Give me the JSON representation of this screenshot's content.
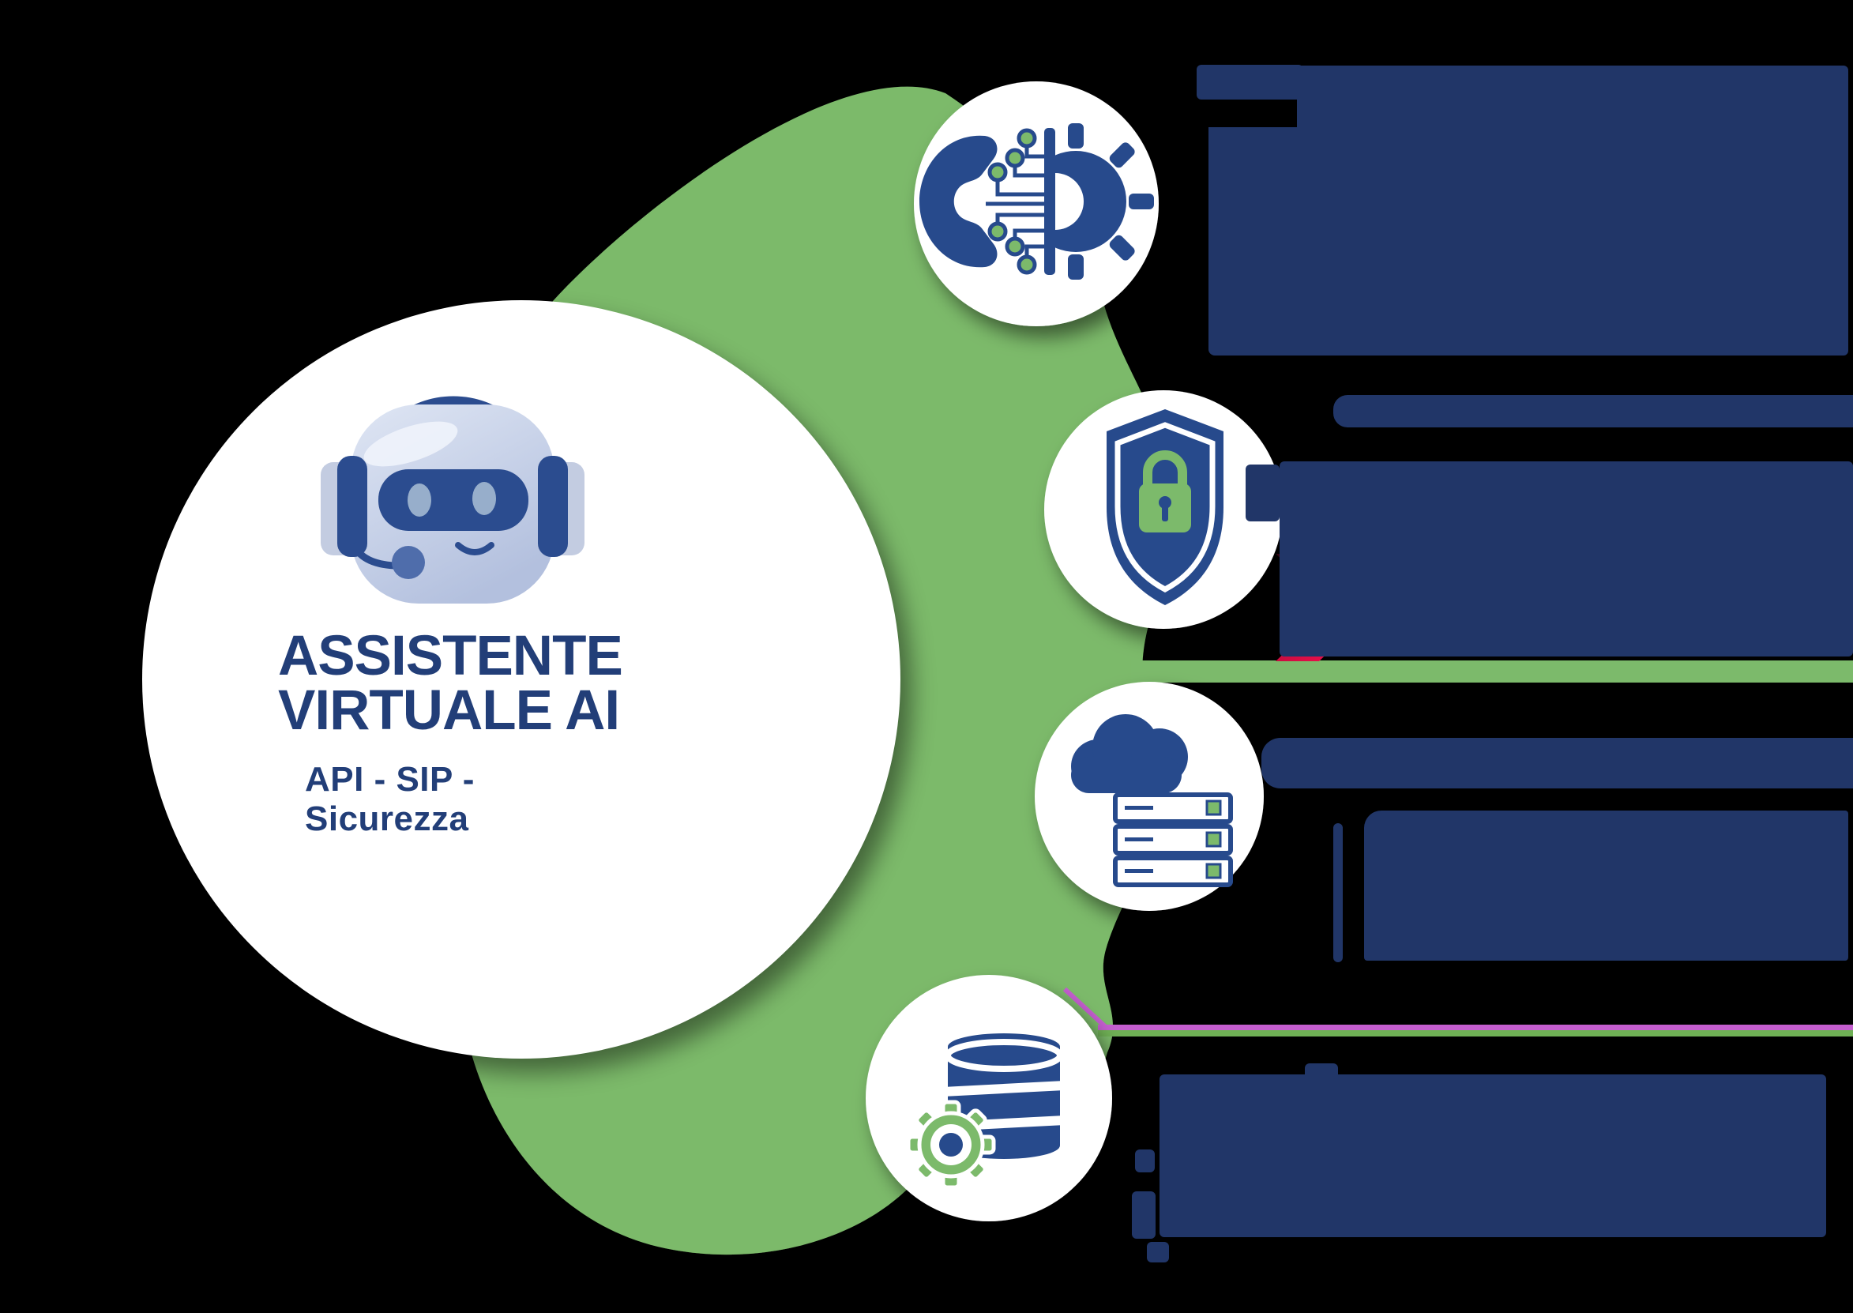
{
  "diagram": {
    "type": "infographic-diagram",
    "background": "#000000",
    "center_circle": {
      "title_line1": "ASSISTENTE",
      "title_line2": "VIRTUALE AI",
      "subtitle": "API - SIP - Sicurezza",
      "mascot": "robot-headset"
    },
    "items": [
      {
        "id": 1,
        "icon": "phone-circuit-gear",
        "heading_state": "redacted-block",
        "body_state": "redacted-block"
      },
      {
        "id": 2,
        "icon": "shield-lock",
        "heading_state": "redacted-block",
        "body_state": "redacted-block"
      },
      {
        "id": 3,
        "icon": "cloud-servers",
        "heading_state": "redacted-block",
        "body_state": "redacted-block"
      },
      {
        "id": 4,
        "icon": "database-gear",
        "heading_state": "redacted-block",
        "body_state": "redacted-block"
      }
    ],
    "colors": {
      "bg": "#000000",
      "navy": "#213668",
      "iconNavy": "#274a8c",
      "green": "#7cba6b",
      "darkGreen": "#5d9a4c",
      "titleNavy": "#223e78",
      "red": "#ee0f4c",
      "darkRed": "#50061d",
      "pink": "#c45ecf",
      "lineGreen": "#6fb055",
      "periwinkle": "#8a93e8",
      "robotHeadLight": "#dfe6f4",
      "robotHeadDark": "#b3c0de",
      "robotAccent": "#2b4c8f",
      "robotEye": "#97aecb",
      "white": "#ffffff"
    }
  }
}
